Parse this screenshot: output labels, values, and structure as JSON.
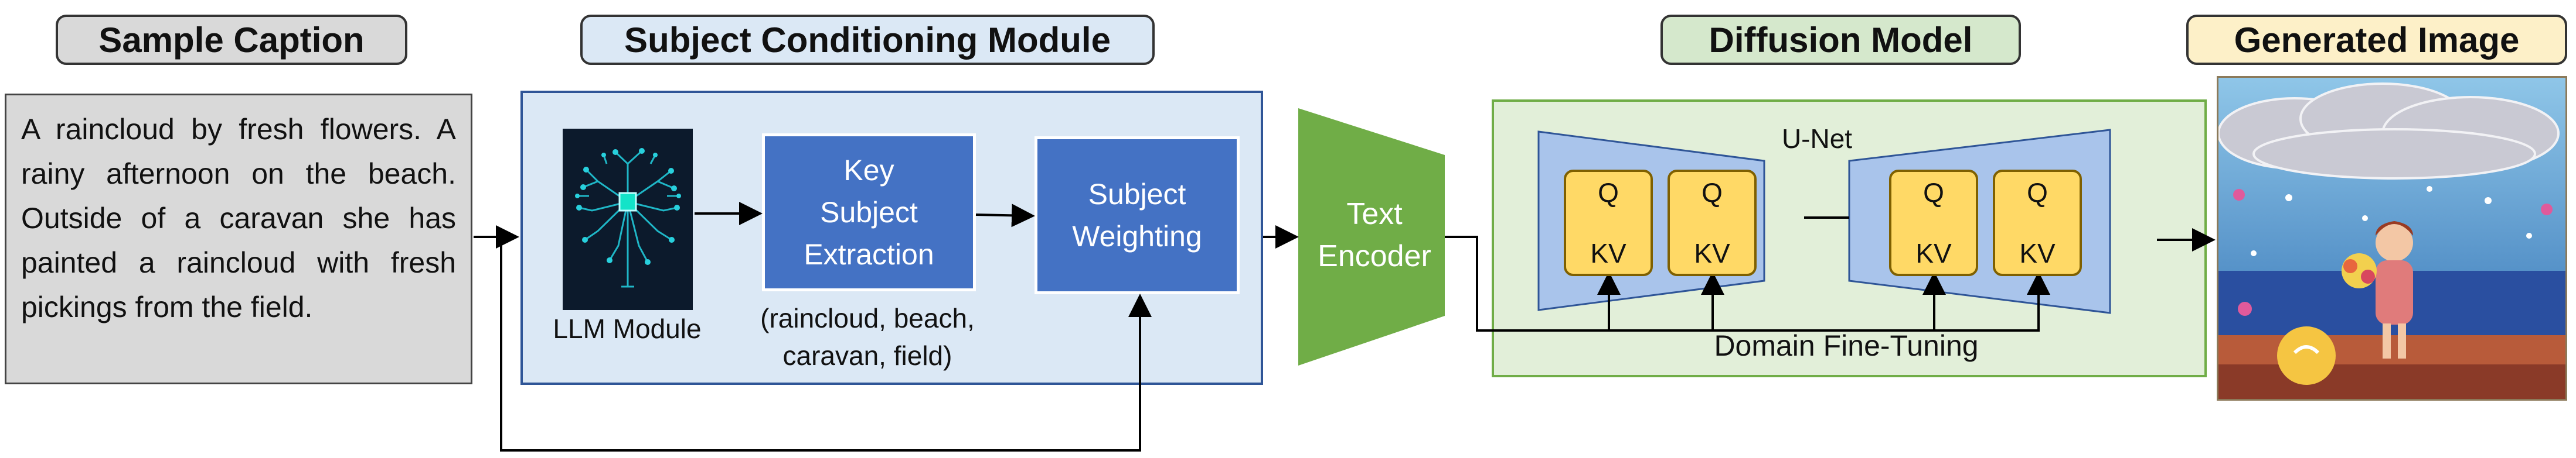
{
  "headers": {
    "sample_caption": "Sample Caption",
    "subject_module": "Subject Conditioning Module",
    "diffusion_model": "Diffusion Model",
    "generated_image": "Generated Image"
  },
  "caption_text": "A raincloud by fresh flowers. A rainy afternoon on the beach. Outside of a caravan she has painted a raincloud with fresh pickings from the field.",
  "llm_module": "LLM Module",
  "key_subject_extraction": [
    "Key",
    "Subject",
    "Extraction"
  ],
  "key_subjects": [
    "(raincloud, beach,",
    "caravan, field)"
  ],
  "subject_weighting": [
    "Subject",
    "Weighting"
  ],
  "text_encoder": [
    "Text",
    "Encoder"
  ],
  "unet": "U-Net",
  "attention": {
    "q": "Q",
    "kv": "KV"
  },
  "domain_fine_tuning": "Domain Fine-Tuning",
  "colors": {
    "caption_bg": "#d9d9d9",
    "subject_bg": "#dbe8f5",
    "subject_border": "#2f5597",
    "module_box": "#4472c4",
    "diffusion_bg": "#e2efd9",
    "diffusion_border": "#70ad47",
    "encoder": "#70ad47",
    "unet_fill": "#a9c4eb",
    "qkv_fill": "#ffd966",
    "generated_header": "#fdf0c8"
  }
}
